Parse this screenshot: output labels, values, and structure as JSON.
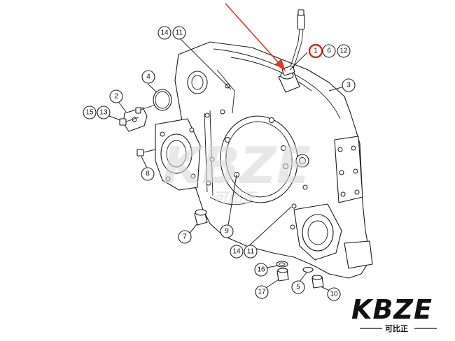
{
  "callouts": {
    "c1": "1",
    "c6": "6",
    "c12": "12",
    "c3": "3",
    "c14a": "14",
    "c11a": "11",
    "c4": "4",
    "c2": "2",
    "c15": "15",
    "c13": "13",
    "c8": "8",
    "c7": "7",
    "c9": "9",
    "c14b": "14",
    "c11b": "11",
    "c16": "16",
    "c17": "17",
    "c5": "5",
    "c10": "10"
  },
  "highlight": {
    "target": "1",
    "ring_color": "#d9231d",
    "arrow_color": "#e8332b"
  },
  "watermark": {
    "main": "KBZE",
    "sub": "可比正"
  },
  "brand": {
    "logo_text": "KBZE",
    "logo_sub": "可比正"
  }
}
